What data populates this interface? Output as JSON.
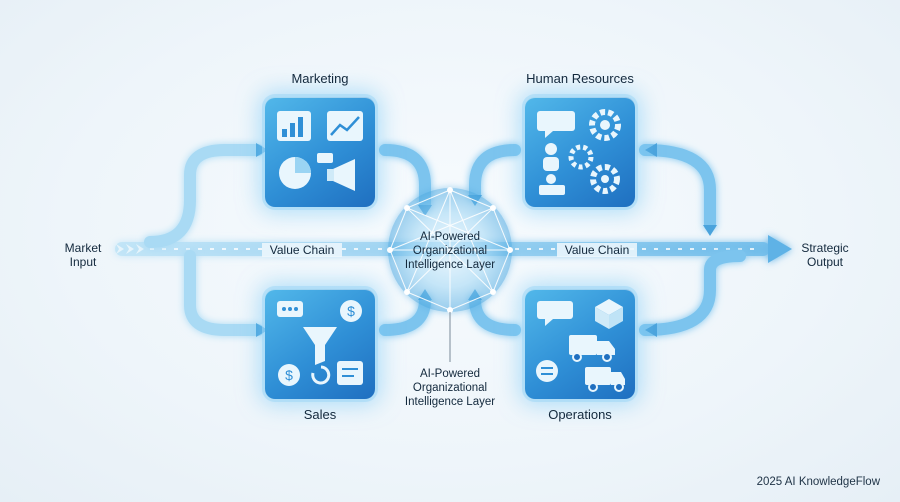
{
  "departments": {
    "marketing": "Marketing",
    "hr": "Human Resources",
    "sales": "Sales",
    "operations": "Operations"
  },
  "flow": {
    "input_line1": "Market",
    "input_line2": "Input",
    "output_line1": "Strategic",
    "output_line2": "Output",
    "value_chain_left": "Value Chain",
    "value_chain_right": "Value Chain"
  },
  "core": {
    "line1": "AI-Powered",
    "line2": "Organizational",
    "line3": "Intelligence Layer"
  },
  "core_callout": {
    "line1": "AI-Powered",
    "line2": "Organizational",
    "line3": "Intelligence Layer"
  },
  "icons": {
    "marketing": [
      "bar-chart-icon",
      "trend-chart-icon",
      "pie-chart-icon",
      "megaphone-icon"
    ],
    "hr": [
      "chat-icon",
      "gear-icon",
      "people-icon",
      "gear-icon",
      "worker-icon",
      "gear-icon"
    ],
    "sales": [
      "chat-icon",
      "funnel-icon",
      "dollar-icon",
      "dollar-icon",
      "refresh-icon",
      "invoice-icon"
    ],
    "operations": [
      "chat-icon",
      "box-icon",
      "truck-icon",
      "transfer-icon",
      "truck-icon"
    ]
  },
  "colors": {
    "tile": "#2f8fd6",
    "flow": "#7cc4ee",
    "text": "#13293d"
  },
  "footer": "2025 AI KnowledgeFlow"
}
